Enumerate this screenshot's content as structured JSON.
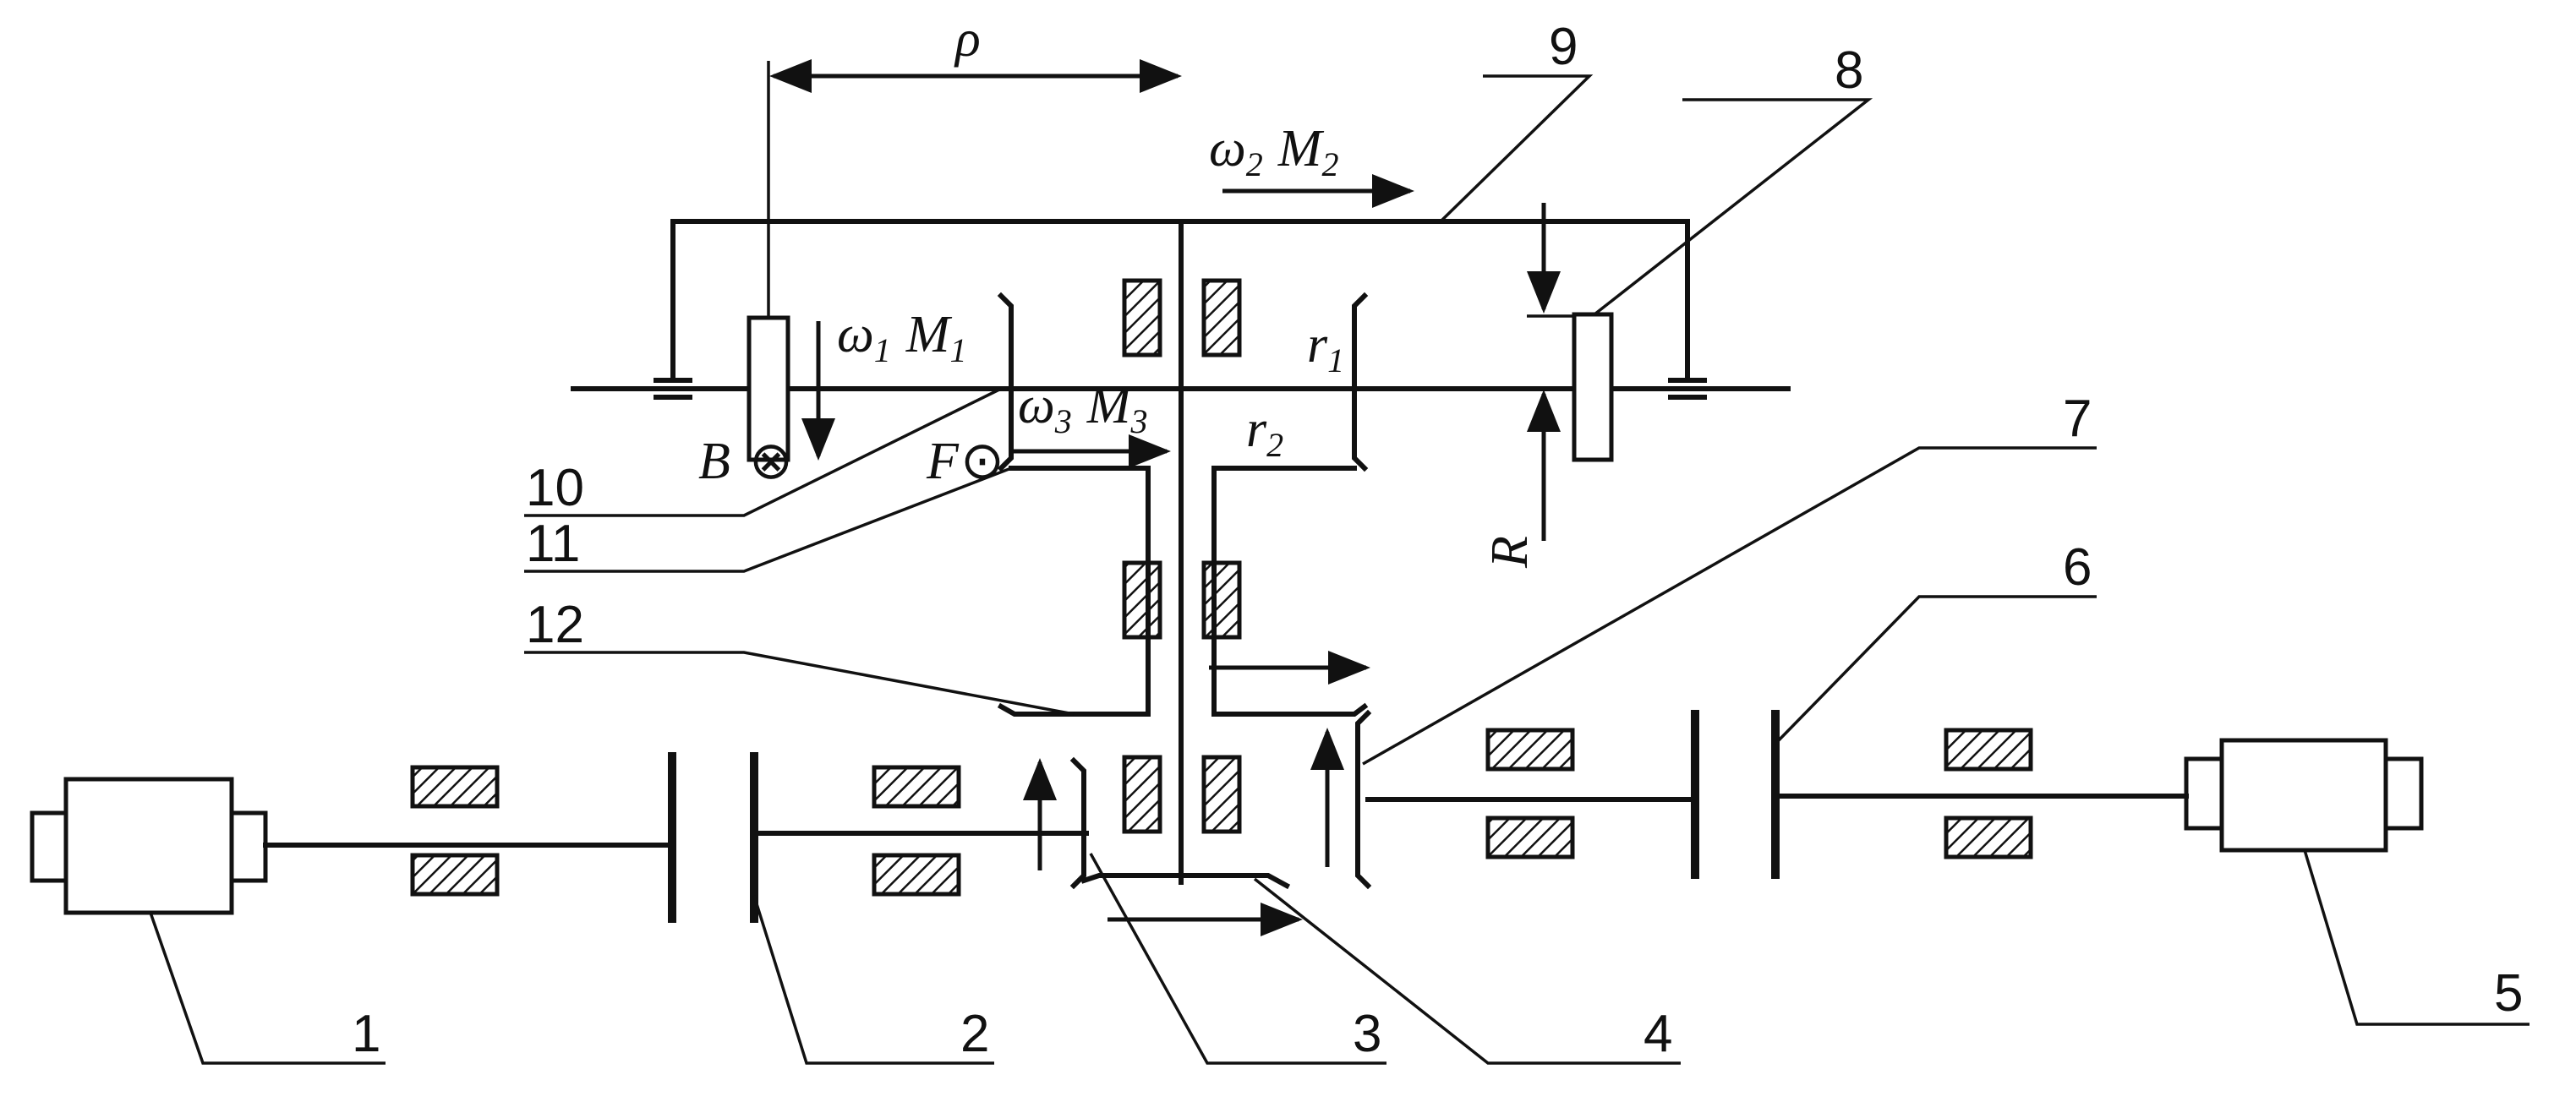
{
  "part_numbers": [
    "1",
    "2",
    "3",
    "4",
    "5",
    "6",
    "7",
    "8",
    "9",
    "10",
    "11",
    "12"
  ],
  "symbols": {
    "rho": "ρ",
    "omega1": "ω",
    "omega1_sub": "1",
    "M1": "M",
    "M1_sub": "1",
    "omega2": "ω",
    "omega2_sub": "2",
    "M2": "M",
    "M2_sub": "2",
    "omega3": "ω",
    "omega3_sub": "3",
    "M3": "M",
    "M3_sub": "3",
    "r1": "r",
    "r1_sub": "1",
    "r2": "r",
    "r2_sub": "2",
    "R": "R",
    "B": "B",
    "F": "F",
    "cross_mark": "⊗",
    "dot_mark": "⊙"
  }
}
